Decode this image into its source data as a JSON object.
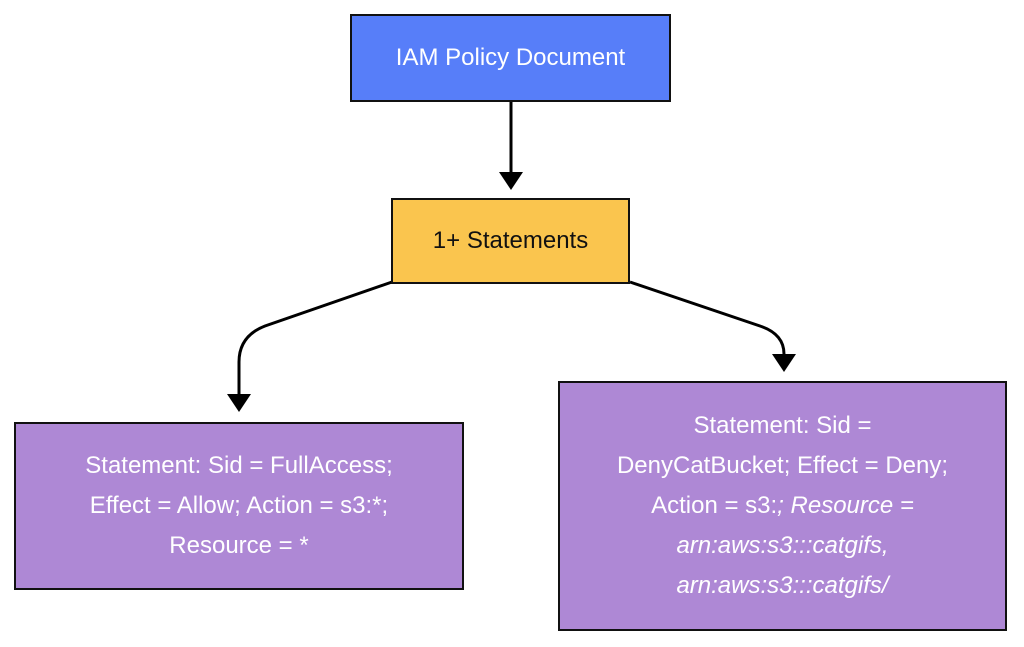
{
  "nodes": {
    "root": {
      "label": "IAM Policy Document",
      "color": "#577ef9"
    },
    "statements": {
      "label": "1+ Statements",
      "color": "#fac54e"
    },
    "full_access": {
      "color": "#ae88d5",
      "lines": [
        "Statement: Sid = FullAccess;",
        "Effect = Allow; Action = s3:*;",
        "Resource = *"
      ]
    },
    "deny_cat_bucket": {
      "color": "#ae88d5",
      "line1": "Statement: Sid =",
      "line2": "DenyCatBucket; Effect = Deny;",
      "line3_plain": "Action = s3:",
      "line3_italic": "; Resource =",
      "line4": "arn:aws:s3:::catgifs,",
      "line5": "arn:aws:s3:::catgifs/"
    }
  },
  "edges": [
    {
      "from": "root",
      "to": "statements"
    },
    {
      "from": "statements",
      "to": "full_access"
    },
    {
      "from": "statements",
      "to": "deny_cat_bucket"
    }
  ]
}
